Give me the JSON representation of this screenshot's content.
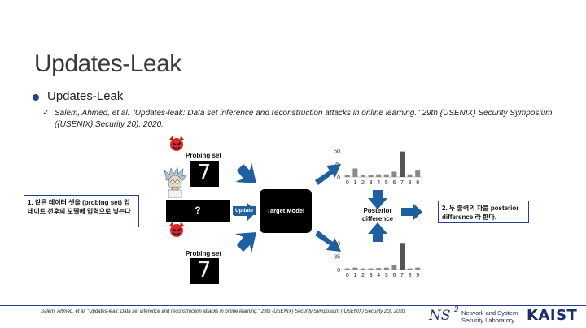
{
  "slide": {
    "title": "Updates-Leak",
    "bullet": "Updates-Leak",
    "citation": "Salem, Ahmed, et al. \"Updates-leak: Data set inference and reconstruction attacks in online learning.\" 29th {USENIX} Security Symposium ({USENIX} Security 20). 2020."
  },
  "icons": {
    "bullet": "circle-bullet-icon",
    "check": "checkmark-icon",
    "attacker": "devil-face-icon",
    "user": "cartoon-scientist-icon"
  },
  "diagram": {
    "probing_top": "Probing set",
    "probing_bottom": "Probing set",
    "mnist_digit": "7",
    "unknown": "?",
    "update": "Update",
    "target_model": "Target Model",
    "posterior_line1": "Posterior",
    "posterior_line2": "difference",
    "callout_left": "1. 같은 데이터 셋을 (probing set) 업데이트 전후의 모델에 입력으로 넣는다",
    "callout_right": "2. 두 출력의 차를 posterior difference 라 한다."
  },
  "chart_data": [
    {
      "type": "bar",
      "categories": [
        "0",
        "1",
        "2",
        "3",
        "4",
        "5",
        "6",
        "7",
        "8",
        "9"
      ],
      "values": [
        3,
        16,
        3,
        3,
        5,
        5,
        10,
        48,
        5,
        12
      ],
      "yticks": [
        "50",
        "25",
        "0"
      ],
      "ylim": [
        0,
        55
      ]
    },
    {
      "type": "bar",
      "categories": [
        "0",
        "1",
        "2",
        "3",
        "4",
        "5",
        "6",
        "7",
        "8",
        "9"
      ],
      "values": [
        3,
        5,
        3,
        3,
        4,
        5,
        12,
        70,
        3,
        5
      ],
      "yticks": [
        "70",
        "35",
        "0"
      ],
      "ylim": [
        0,
        77
      ]
    }
  ],
  "footer": {
    "citation": "Salem, Ahmed, et al. \"Updates-leak: Data set inference and reconstruction attacks in online learning.\" 29th {USENIX} Security Symposium ({USENIX} Security 20). 2020.",
    "lab_logo": "NS",
    "lab_sup": "2",
    "lab_line1": "Network and System",
    "lab_line2": "Security Laboratory",
    "university": "KAIST"
  },
  "colors": {
    "accent": "#2d3f8a",
    "arrow": "#1f5f9e",
    "bar": "#888888",
    "highlight_bar": "#555555"
  }
}
